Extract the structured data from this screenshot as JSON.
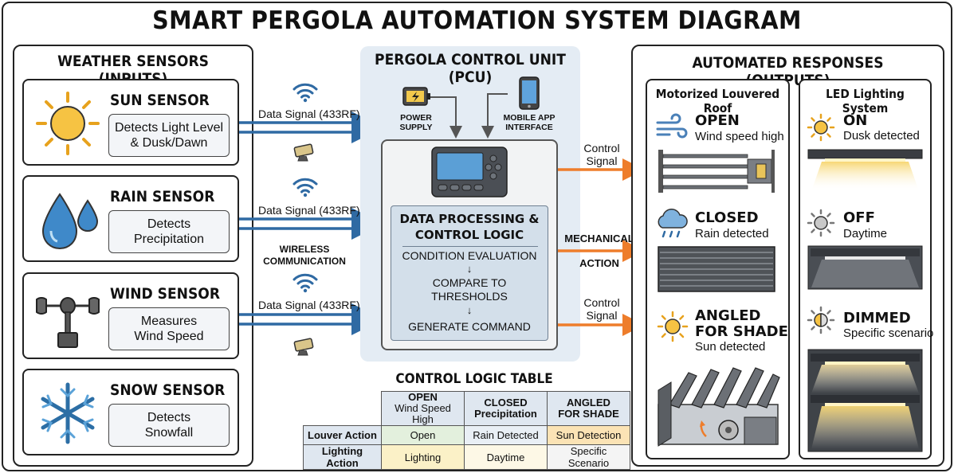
{
  "title": "SMART PERGOLA AUTOMATION SYSTEM DIAGRAM",
  "inputs": {
    "title": "WEATHER SENSORS (INPUTS)",
    "sensors": [
      {
        "name": "SUN SENSOR",
        "desc1": "Detects Light Level",
        "desc2": "& Dusk/Dawn",
        "icon": "sun-icon"
      },
      {
        "name": "RAIN SENSOR",
        "desc1": "Detects",
        "desc2": "Precipitation",
        "icon": "raindrops-icon"
      },
      {
        "name": "WIND SENSOR",
        "desc1": "Measures",
        "desc2": "Wind Speed",
        "icon": "anemometer-icon"
      },
      {
        "name": "SNOW SENSOR",
        "desc1": "Detects",
        "desc2": "Snowfall",
        "icon": "snowflake-icon"
      }
    ]
  },
  "signals": {
    "data_signal": "Data Signal (433RF)",
    "wireless_line1": "WIRELESS",
    "wireless_line2": "COMMUNICATION"
  },
  "pcu": {
    "title": "PERGOLA CONTROL UNIT (PCU)",
    "power_line1": "POWER",
    "power_line2": "SUPPLY",
    "app_line1": "MOBILE APP",
    "app_line2": "INTERFACE",
    "logic_title_line1": "DATA PROCESSING &",
    "logic_title_line2": "CONTROL LOGIC",
    "step1": "CONDITION EVALUATION",
    "step2_line1": "COMPARE TO",
    "step2_line2": "THRESHOLDS",
    "step3": "GENERATE COMMAND"
  },
  "connections": {
    "control_signal_line1": "Control",
    "control_signal_line2": "Signal",
    "mechanical_line1": "MECHANICAL",
    "mechanical_line2": "ACTION"
  },
  "outputs": {
    "title": "AUTOMATED RESPONSES (OUTPUTS)",
    "roof": {
      "title": "Motorized Louvered Roof",
      "states": [
        {
          "name": "OPEN",
          "desc": "Wind speed high",
          "icon": "wind-icon"
        },
        {
          "name": "CLOSED",
          "desc": "Rain detected",
          "icon": "rain-cloud-icon"
        },
        {
          "name_line1": "ANGLED",
          "name_line2": "FOR SHADE",
          "desc": "Sun detected",
          "icon": "sun-icon"
        }
      ]
    },
    "led": {
      "title": "LED Lighting System",
      "states": [
        {
          "name": "ON",
          "desc": "Dusk detected",
          "icon": "sun-on-icon"
        },
        {
          "name": "OFF",
          "desc": "Daytime",
          "icon": "sun-off-icon"
        },
        {
          "name": "DIMMED",
          "desc": "Specific scenario",
          "icon": "half-sun-icon"
        }
      ]
    }
  },
  "table": {
    "title": "CONTROL LOGIC TABLE",
    "headers": [
      {
        "line1": "OPEN",
        "line2": "Wind Speed High"
      },
      {
        "line1": "CLOSED",
        "line2": "Precipitation"
      },
      {
        "line1": "ANGLED",
        "line2": "FOR SHADE"
      }
    ],
    "rows": [
      {
        "label": "Louver Action",
        "cells": [
          "Open",
          "Rain Detected",
          "Sun Detection"
        ]
      },
      {
        "label": "Lighting Action",
        "cells": [
          "Lighting",
          "Daytime",
          "Specific Scenario"
        ]
      }
    ]
  },
  "colors": {
    "blue_arrow": "#2f6aa3",
    "orange_arrow": "#ee7d2b",
    "pcu_bg": "#e4ecf4",
    "table_green": "#e3f0dd",
    "table_yellow": "#fbf1c7",
    "table_orange": "#fbe3b5"
  }
}
